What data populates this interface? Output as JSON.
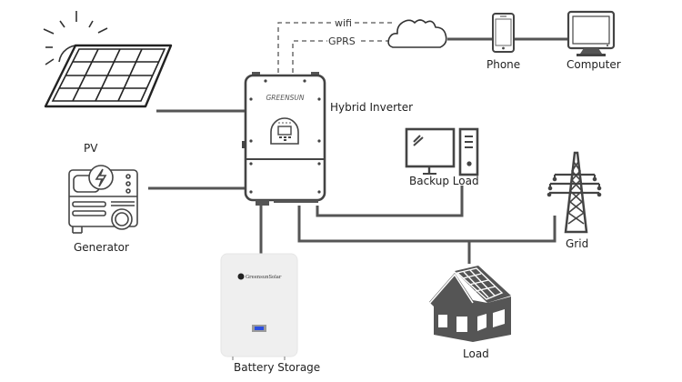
{
  "diagram": {
    "title": "Hybrid inverter system diagram",
    "nodes": {
      "pv": {
        "label": "PV",
        "icon": "solar-panel-icon"
      },
      "generator": {
        "label": "Generator",
        "icon": "generator-icon"
      },
      "inverter": {
        "label": "Hybrid Inverter",
        "brand": "GREENSUN",
        "icon": "inverter-icon"
      },
      "cloud": {
        "icon": "cloud-icon"
      },
      "phone": {
        "label": "Phone",
        "icon": "phone-icon"
      },
      "computer": {
        "label": "Computer",
        "icon": "computer-icon"
      },
      "backup_load": {
        "label": "Backup Load",
        "icon": "desktop-pc-icon"
      },
      "grid": {
        "label": "Grid",
        "icon": "power-tower-icon"
      },
      "load": {
        "label": "Load",
        "icon": "house-icon"
      },
      "battery": {
        "label": "Battery Storage",
        "brand": "GreensunSolar",
        "icon": "battery-icon"
      }
    },
    "links": {
      "wifi": "wifi",
      "gprs": "GPRS"
    },
    "colors": {
      "line": "#555555",
      "battery_screen": "#2b4ee0",
      "battery_body": "#efefef"
    }
  }
}
